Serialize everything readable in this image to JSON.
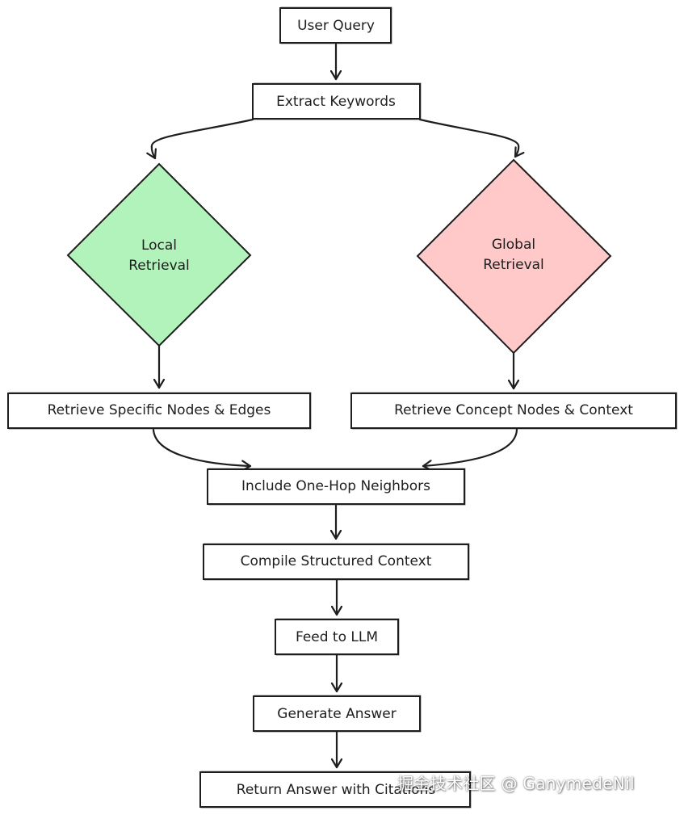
{
  "diagram": {
    "nodes": {
      "user_query": "User Query",
      "extract_keywords": "Extract Keywords",
      "local_retrieval": [
        "Local",
        "Retrieval"
      ],
      "global_retrieval": [
        "Global",
        "Retrieval"
      ],
      "retrieve_specific": "Retrieve Specific Nodes & Edges",
      "retrieve_concept": "Retrieve Concept Nodes & Context",
      "include_neighbors": "Include One-Hop Neighbors",
      "compile_context": "Compile Structured Context",
      "feed_llm": "Feed to LLM",
      "generate_answer": "Generate Answer",
      "return_answer": "Return Answer with Citations"
    },
    "colors": {
      "local_fill": "#b2f2bb",
      "global_fill": "#ffc9c9",
      "stroke": "#1e1e1e"
    }
  },
  "watermark": "掘金技术社区 @ GanymedeNil"
}
